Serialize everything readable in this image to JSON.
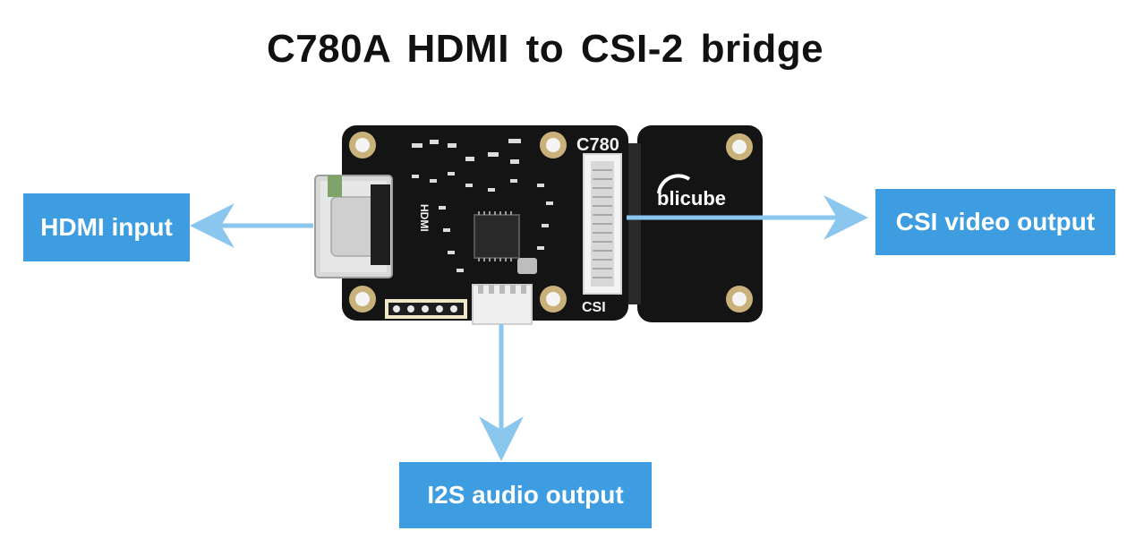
{
  "title": "C780A  HDMI to CSI-2 bridge",
  "board": {
    "model_label": "C780",
    "csi_label": "CSI",
    "hdmi_silk": "HDMI",
    "logo_text": "blicube"
  },
  "labels": {
    "hdmi_input": "HDMI input",
    "csi_output": "CSI video output",
    "i2s_output": "I2S audio output"
  },
  "colors": {
    "label_bg": "#3d9de0",
    "arrow": "#8ac6ee",
    "pcb": "#141414",
    "pad_gold": "#c9b27a"
  }
}
